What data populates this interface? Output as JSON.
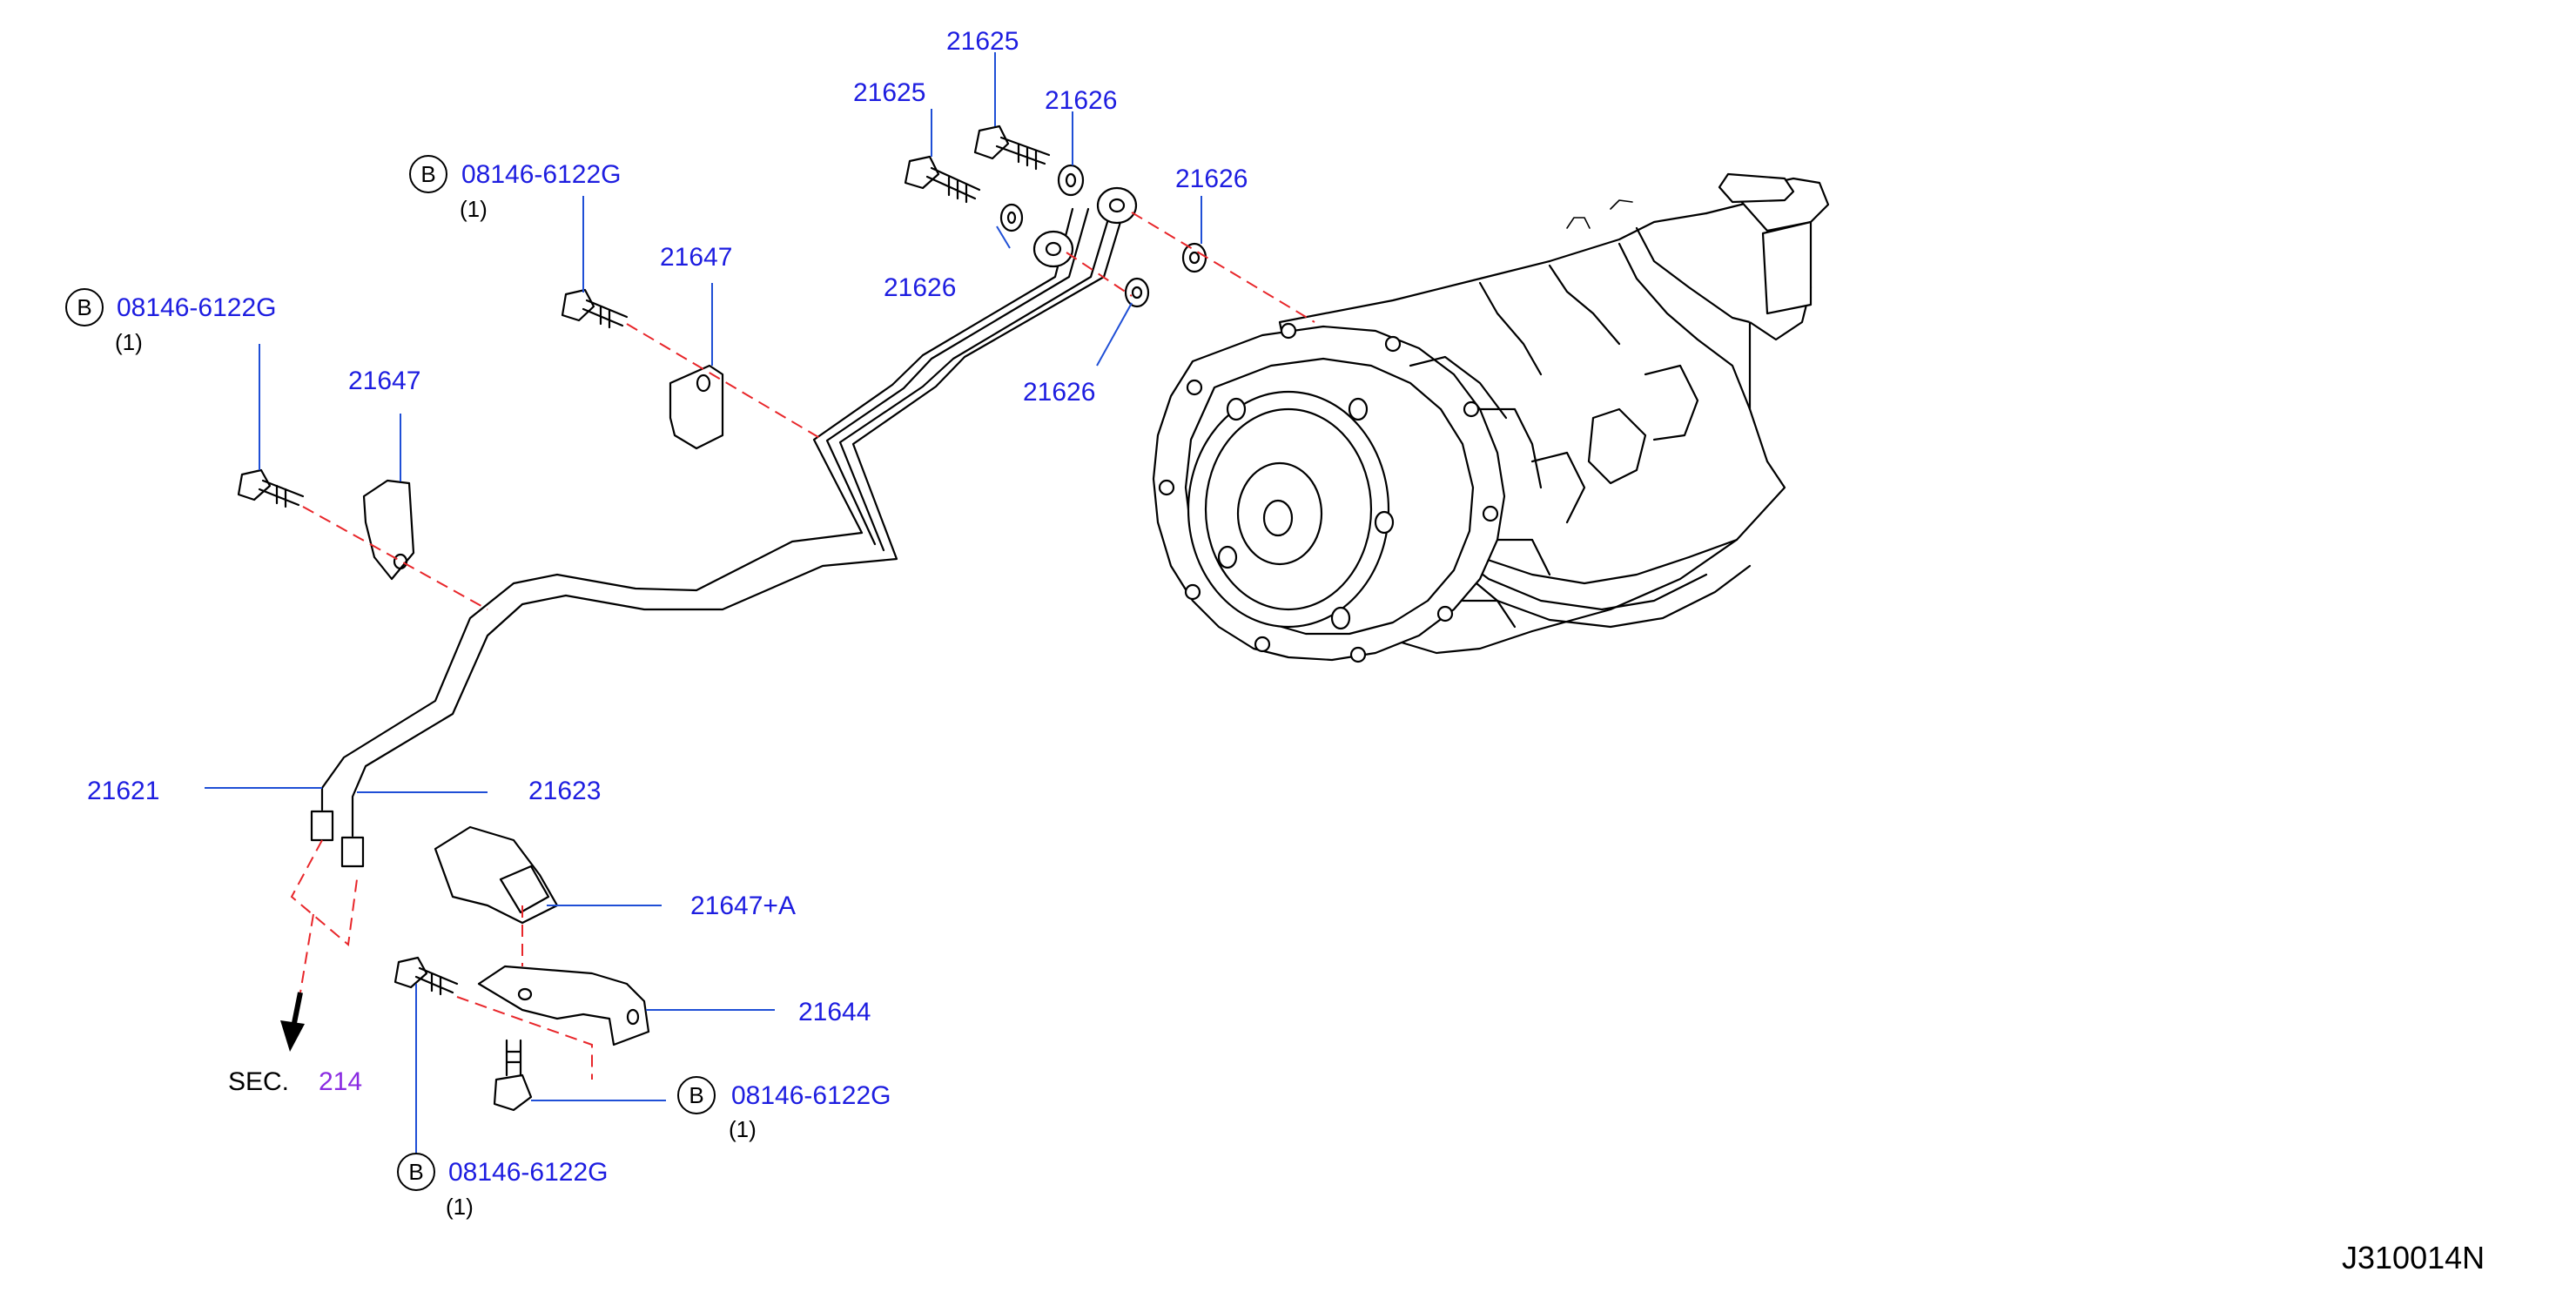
{
  "labels": {
    "p21625_top": "21625",
    "p21625_left": "21625",
    "p21626_top": "21626",
    "p21626_right": "21626",
    "p21626_mid": "21626",
    "p21626_low": "21626",
    "p21647_upper": "21647",
    "p21647_left": "21647",
    "p21647a": "21647+A",
    "p21644": "21644",
    "p21621": "21621",
    "p21623": "21623"
  },
  "bolts": [
    {
      "ref": "B",
      "part": "08146-6122G",
      "qty": "(1)"
    },
    {
      "ref": "B",
      "part": "08146-6122G",
      "qty": "(1)"
    },
    {
      "ref": "B",
      "part": "08146-6122G",
      "qty": "(1)"
    },
    {
      "ref": "B",
      "part": "08146-6122G",
      "qty": "(1)"
    }
  ],
  "section": {
    "prefix": "SEC.",
    "number": "214"
  },
  "diagram_code": "J310014N",
  "colors": {
    "part_number": "#1d1de0",
    "leader": "#1f4fd6",
    "dashed_guide": "#e8262a",
    "section_ref": "#8a2be2"
  },
  "icons": {
    "section_arrow": "arrow-down-icon",
    "bolt_marker": "circle-letter-icon"
  }
}
